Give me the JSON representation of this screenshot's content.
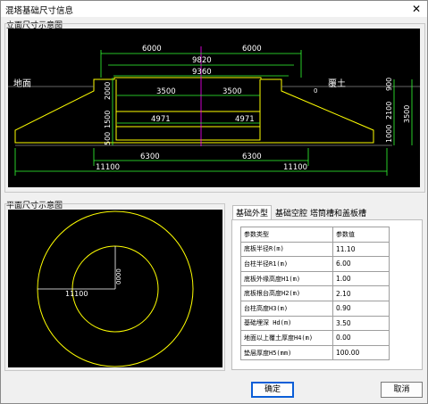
{
  "window": {
    "title": "混塔基础尺寸信息",
    "close_glyph": "✕"
  },
  "elevation": {
    "label": "立面尺寸示意图",
    "dims": {
      "top_left": "6000",
      "top_right": "6000",
      "total_top": "9820",
      "inner_top": "9360",
      "mid_left": "3500",
      "mid_right": "3500",
      "low_left": "4971",
      "low_right": "4971",
      "bottom_left": "6300",
      "bottom_right": "6300",
      "base_left": "11100",
      "base_right": "11100",
      "left_v1": "2000",
      "left_v2": "1500",
      "left_v3": "500",
      "right_v1": "900",
      "right_v2": "2100",
      "right_v3": "1000",
      "right_total": "3500",
      "small_zero": "0"
    },
    "ground_label": "地面",
    "cover_label": "覆土"
  },
  "plan": {
    "label": "平面尺寸示意图",
    "radius_label": "11100",
    "inner_label": "0000"
  },
  "tabs": [
    {
      "label": "基础外型",
      "active": true
    },
    {
      "label": "基础空腔",
      "active": false
    },
    {
      "label": "塔筒槽和盖板槽",
      "active": false
    }
  ],
  "table": {
    "headers": [
      "参数类型",
      "参数值"
    ],
    "rows": [
      {
        "name": "底板半径R(m)",
        "value": "11.10"
      },
      {
        "name": "台柱半径R1(m)",
        "value": "6.00"
      },
      {
        "name": "底板外缘高度H1(m)",
        "value": "1.00"
      },
      {
        "name": "底板根台高度H2(m)",
        "value": "2.10"
      },
      {
        "name": "台柱高度H3(m)",
        "value": "0.90"
      },
      {
        "name": "基础埋深 Hd(m)",
        "value": "3.50"
      },
      {
        "name": "地面以上覆土厚度H4(m)",
        "value": "0.00"
      },
      {
        "name": "垫层厚度H5(mm)",
        "value": "100.00"
      }
    ]
  },
  "buttons": {
    "ok": "确定",
    "cancel": "取消"
  }
}
